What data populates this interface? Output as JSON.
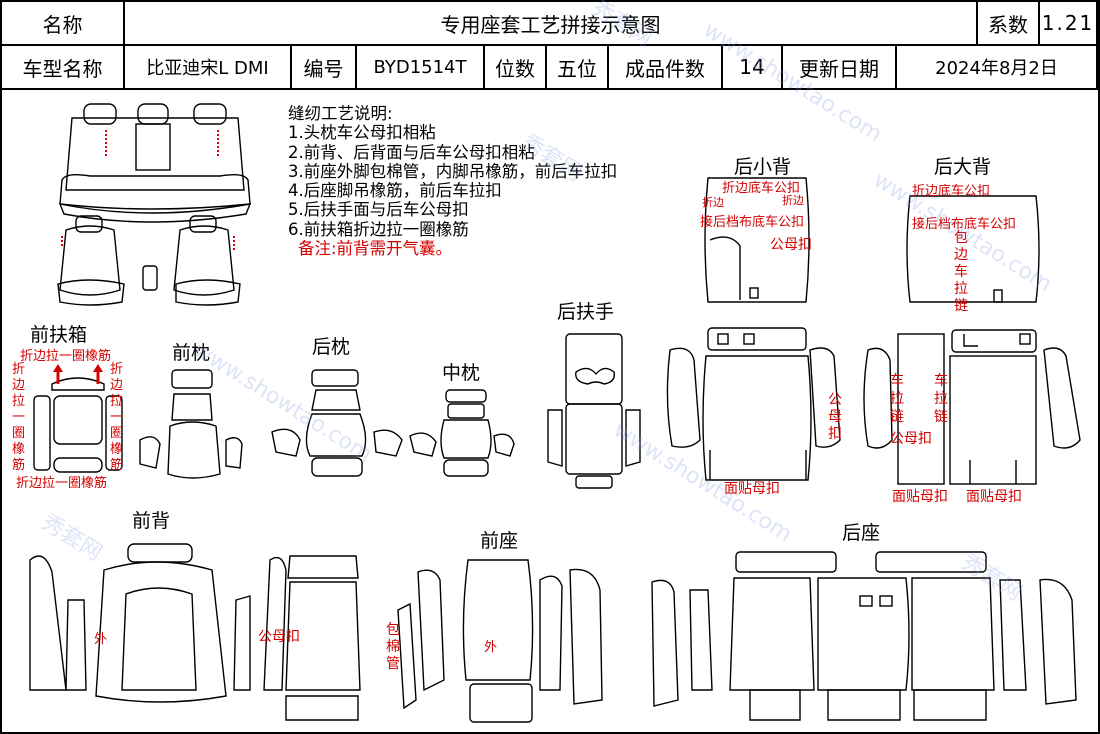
{
  "header": {
    "name_label": "名称",
    "title": "专用座套工艺拼接示意图",
    "coef_label": "系数",
    "coef_value": "1.21",
    "model_label": "车型名称",
    "model_value": "比亚迪宋L DMI",
    "code_label": "编号",
    "code_value": "BYD1514T",
    "seats_label": "位数",
    "seats_value": "五位",
    "pieces_label": "成品件数",
    "pieces_value": "14",
    "date_label": "更新日期",
    "date_value": "2024年8月2日"
  },
  "notes": {
    "heading": "缝纫工艺说明:",
    "items": [
      "1.头枕车公母扣相粘",
      "2.前背、后背面与后车公母扣相粘",
      "3.前座外脚包棉管，内脚吊橡筋，前后车拉扣",
      "4.后座脚吊橡筋，前后车拉扣",
      "5.后扶手面与后车公母扣",
      "6.前扶箱折边拉一圈橡筋"
    ],
    "remark": "备注:前背需开气囊。"
  },
  "sections": {
    "front_armbox": "前扶箱",
    "front_headrest": "前枕",
    "rear_headrest": "后枕",
    "middle_headrest": "中枕",
    "rear_armrest": "后扶手",
    "rear_small_back": "后小背",
    "rear_big_back": "后大背",
    "front_back": "前背",
    "front_seat": "前座",
    "rear_seat": "后座"
  },
  "annotations": {
    "armbox_top": "折边拉一圈橡筋",
    "armbox_left": "折边拉一圈橡筋",
    "armbox_right": "折边拉一圈橡筋",
    "armbox_bottom": "折边拉一圈橡筋",
    "small_back_hem": "折边底车公扣",
    "small_back_fold": "折边",
    "small_back_fold2": "折边",
    "small_back_join": "接后档布底车公扣",
    "small_back_snap": "公母扣",
    "small_back_side_snap": "公母扣",
    "small_back_face": "面贴母扣",
    "big_back_hem": "折边底车公扣",
    "big_back_join": "接后档布底车公扣",
    "big_back_zip": "包边车拉链",
    "big_back_zip_left": "车拉链",
    "big_back_zip_right": "车拉链",
    "big_back_snap": "公母扣",
    "big_back_face1": "面贴母扣",
    "big_back_face2": "面贴母扣",
    "front_back_outer": "外",
    "front_back_snap": "公母扣",
    "front_seat_pipe": "包棉管",
    "front_seat_outer": "外"
  },
  "watermark": {
    "text_a": "秀套网",
    "text_b": "www.showtao.com"
  },
  "colors": {
    "line": "#000000",
    "annotation": "#d40000",
    "watermark": "#8a9de8"
  }
}
